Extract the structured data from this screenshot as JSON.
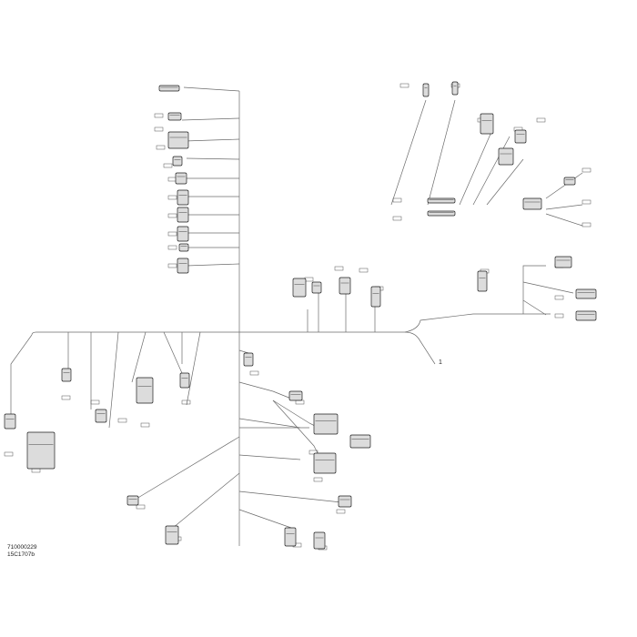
{
  "document": {
    "part_number": "710000229",
    "revision_code": "15C1707b"
  },
  "callouts": {
    "main_harness_ref": "1"
  },
  "palette": {
    "line": "#6b6b6b",
    "part_fill": "#dcdcdc",
    "part_stroke": "#1e1e1e",
    "tag_stroke": "#555555",
    "background": "#ffffff"
  }
}
